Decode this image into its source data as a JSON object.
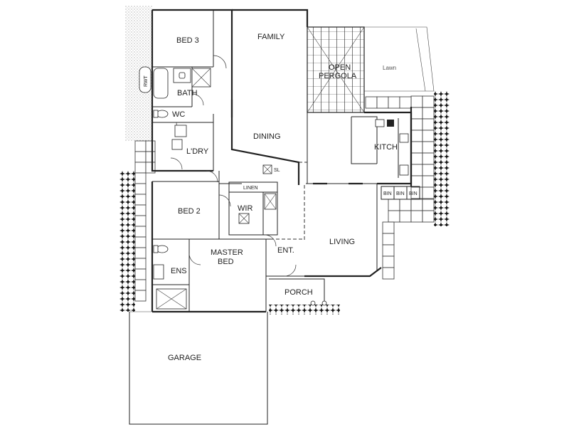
{
  "rooms": {
    "bed3": "BED 3",
    "family": "FAMILY",
    "open_pergola_line1": "OPEN",
    "open_pergola_line2": "PERGOLA",
    "lawn": "Lawn",
    "bath": "BATH",
    "rwt": "RWT",
    "wc": "WC",
    "dining": "DINING",
    "kitch": "KITCH",
    "ldry": "L'DRY",
    "sl": "SL",
    "linen": "LINEN",
    "bed2": "BED 2",
    "wir": "WIR",
    "bin1": "BIN",
    "bin2": "BIN",
    "bin3": "BIN",
    "living": "LIVING",
    "ens": "ENS",
    "master_line1": "MASTER",
    "master_line2": "BED",
    "ent": "ENT.",
    "porch": "PORCH",
    "garage": "GARAGE"
  },
  "colors": {
    "wall": "#222222",
    "hatch": "#555555",
    "hedge": "#1a1a1a"
  }
}
